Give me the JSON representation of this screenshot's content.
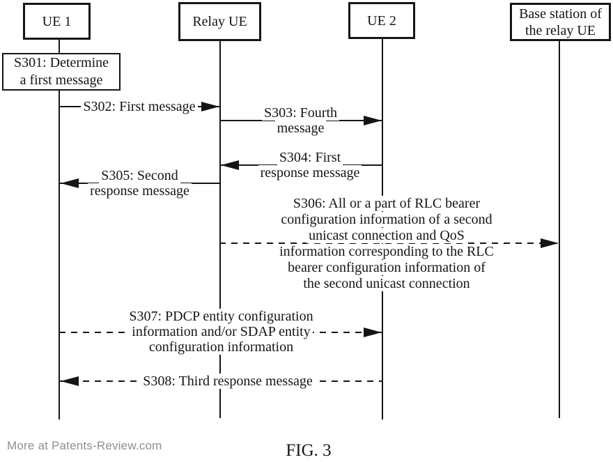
{
  "figure": {
    "caption": "FIG. 3",
    "watermark": "More at Patents-Review.com"
  },
  "actors": {
    "ue1": {
      "label": "UE 1"
    },
    "relay": {
      "label": "Relay UE"
    },
    "ue2": {
      "label": "UE 2"
    },
    "base_station": {
      "lines": [
        "Base station of",
        "the relay UE"
      ]
    }
  },
  "process": {
    "s301": {
      "lines": [
        "S301: Determine",
        "a first message"
      ]
    }
  },
  "messages": {
    "s302": {
      "from": "UE 1",
      "to": "Relay UE",
      "line_style": "solid",
      "direction": "right",
      "lines": [
        "S302: First message"
      ]
    },
    "s303": {
      "from": "Relay UE",
      "to": "UE 2",
      "line_style": "solid",
      "direction": "right",
      "lines": [
        "S303: Fourth",
        "message"
      ]
    },
    "s304": {
      "from": "UE 2",
      "to": "Relay UE",
      "line_style": "solid",
      "direction": "left",
      "lines": [
        "S304: First",
        "response message"
      ]
    },
    "s305": {
      "from": "Relay UE",
      "to": "UE 1",
      "line_style": "solid",
      "direction": "left",
      "lines": [
        "S305: Second",
        "response message"
      ]
    },
    "s306": {
      "from": "Relay UE",
      "to": "Base station of the relay UE",
      "line_style": "dashed",
      "direction": "right",
      "lines": [
        "S306: All or a part of RLC bearer",
        "configuration information of a second",
        "unicast connection and QoS",
        "information corresponding to the RLC",
        "bearer configuration information of",
        "the second unicast connection"
      ]
    },
    "s307": {
      "from": "UE 1",
      "to": "UE 2",
      "line_style": "dashed",
      "direction": "right",
      "lines": [
        "S307: PDCP entity configuration",
        "information and/or SDAP entity",
        "configuration information"
      ]
    },
    "s308": {
      "from": "UE 2",
      "to": "UE 1",
      "line_style": "dashed",
      "direction": "left",
      "lines": [
        "S308: Third response message"
      ]
    }
  }
}
